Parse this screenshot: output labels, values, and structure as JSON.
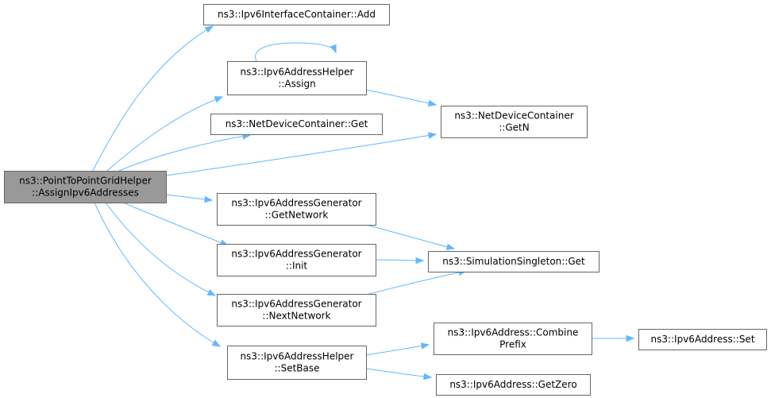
{
  "colors": {
    "edge": "#63b8ff",
    "node_border": "#666666",
    "root_fill": "#999999",
    "node_fill": "#ffffff"
  },
  "nodes": [
    {
      "id": "root",
      "lines": [
        "ns3::PointToPointGridHelper",
        "::AssignIpv6Addresses"
      ]
    },
    {
      "id": "ipv6ic-add",
      "lines": [
        "ns3::Ipv6InterfaceContainer::Add"
      ]
    },
    {
      "id": "ipv6ah-assign",
      "lines": [
        "ns3::Ipv6AddressHelper",
        "::Assign"
      ]
    },
    {
      "id": "ndc-get",
      "lines": [
        "ns3::NetDeviceContainer::Get"
      ]
    },
    {
      "id": "ndc-getn",
      "lines": [
        "ns3::NetDeviceContainer",
        "::GetN"
      ]
    },
    {
      "id": "ipv6ag-getnetwork",
      "lines": [
        "ns3::Ipv6AddressGenerator",
        "::GetNetwork"
      ]
    },
    {
      "id": "ipv6ag-init",
      "lines": [
        "ns3::Ipv6AddressGenerator",
        "::Init"
      ]
    },
    {
      "id": "sim-singleton-get",
      "lines": [
        "ns3::SimulationSingleton::Get"
      ]
    },
    {
      "id": "ipv6ag-nextnetwork",
      "lines": [
        "ns3::Ipv6AddressGenerator",
        "::NextNetwork"
      ]
    },
    {
      "id": "ipv6ah-setbase",
      "lines": [
        "ns3::Ipv6AddressHelper",
        "::SetBase"
      ]
    },
    {
      "id": "ipv6a-combineprefix",
      "lines": [
        "ns3::Ipv6Address::Combine",
        "Prefix"
      ]
    },
    {
      "id": "ipv6a-set",
      "lines": [
        "ns3::Ipv6Address::Set"
      ]
    },
    {
      "id": "ipv6a-getzero",
      "lines": [
        "ns3::Ipv6Address::GetZero"
      ]
    }
  ],
  "edges": [
    {
      "from": "root",
      "to": "ipv6ic-add"
    },
    {
      "from": "root",
      "to": "ipv6ah-assign"
    },
    {
      "from": "root",
      "to": "ndc-get"
    },
    {
      "from": "root",
      "to": "ndc-getn"
    },
    {
      "from": "root",
      "to": "ipv6ag-getnetwork"
    },
    {
      "from": "root",
      "to": "ipv6ag-init"
    },
    {
      "from": "root",
      "to": "ipv6ag-nextnetwork"
    },
    {
      "from": "root",
      "to": "ipv6ah-setbase"
    },
    {
      "from": "ipv6ah-assign",
      "to": "ipv6ah-assign"
    },
    {
      "from": "ipv6ah-assign",
      "to": "ndc-getn"
    },
    {
      "from": "ipv6ag-getnetwork",
      "to": "sim-singleton-get"
    },
    {
      "from": "ipv6ag-init",
      "to": "sim-singleton-get"
    },
    {
      "from": "ipv6ag-nextnetwork",
      "to": "sim-singleton-get"
    },
    {
      "from": "ipv6ah-setbase",
      "to": "ipv6a-combineprefix"
    },
    {
      "from": "ipv6ah-setbase",
      "to": "ipv6a-getzero"
    },
    {
      "from": "ipv6a-combineprefix",
      "to": "ipv6a-set"
    }
  ]
}
